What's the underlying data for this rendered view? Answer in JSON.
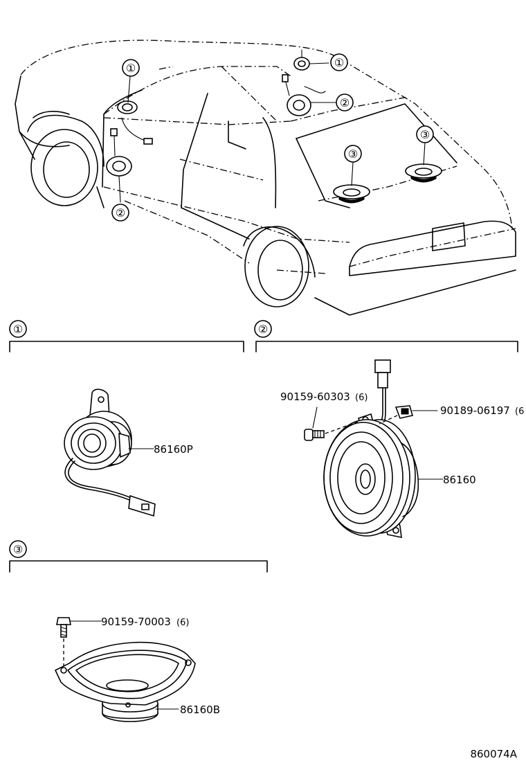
{
  "callouts": [
    "①",
    "②",
    "③"
  ],
  "sections": [
    {
      "marker": "①",
      "parts": [
        {
          "number": "86160P"
        }
      ]
    },
    {
      "marker": "②",
      "parts": [
        {
          "number": "90159-60303",
          "qty": "(6)"
        },
        {
          "number": "90189-06197",
          "qty": "(6"
        },
        {
          "number": "86160"
        }
      ]
    },
    {
      "marker": "③",
      "parts": [
        {
          "number": "90159-70003",
          "qty": "(6)"
        },
        {
          "number": "86160B"
        }
      ]
    }
  ],
  "diagram_code": "860074A"
}
